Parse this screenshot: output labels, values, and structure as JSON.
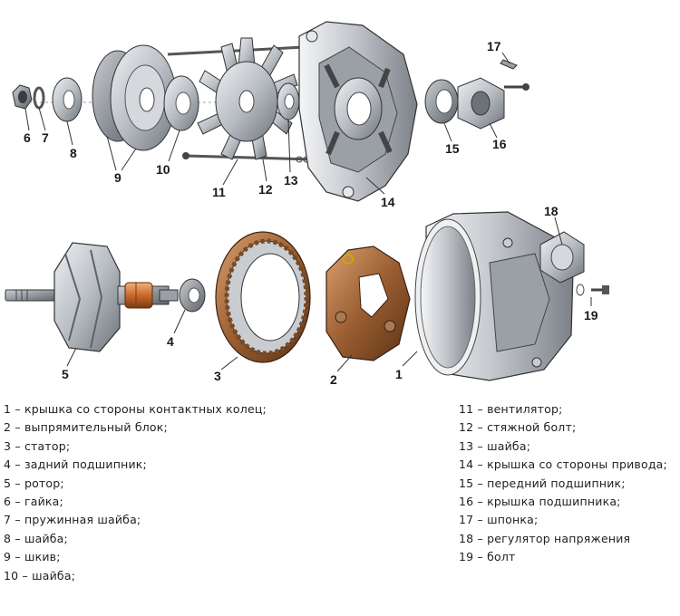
{
  "callouts": {
    "c1": "1",
    "c2": "2",
    "c3": "3",
    "c4": "4",
    "c5": "5",
    "c6": "6",
    "c7": "7",
    "c8": "8",
    "c9": "9",
    "c10": "10",
    "c11": "11",
    "c12": "12",
    "c13": "13",
    "c14": "14",
    "c15": "15",
    "c16": "16",
    "c17": "17",
    "c18": "18",
    "c19": "19"
  },
  "legend": {
    "left": [
      "1 – крышка со стороны контактных колец;",
      "2 – выпрямительный блок;",
      "3 – статор;",
      "4 – задний подшипник;",
      "5 – ротор;",
      "6 – гайка;",
      "7 – пружинная шайба;",
      "8 – шайба;",
      "9 – шкив;",
      "10 – шайба;"
    ],
    "right": [
      "11 – вентилятор;",
      "12 – стяжной болт;",
      "13 – шайба;",
      "14 – крышка со стороны привода;",
      "15 – передний подшипник;",
      "16 – крышка подшипника;",
      "17 – шпонка;",
      "18 – регулятор напряжения",
      "19 – болт"
    ]
  }
}
